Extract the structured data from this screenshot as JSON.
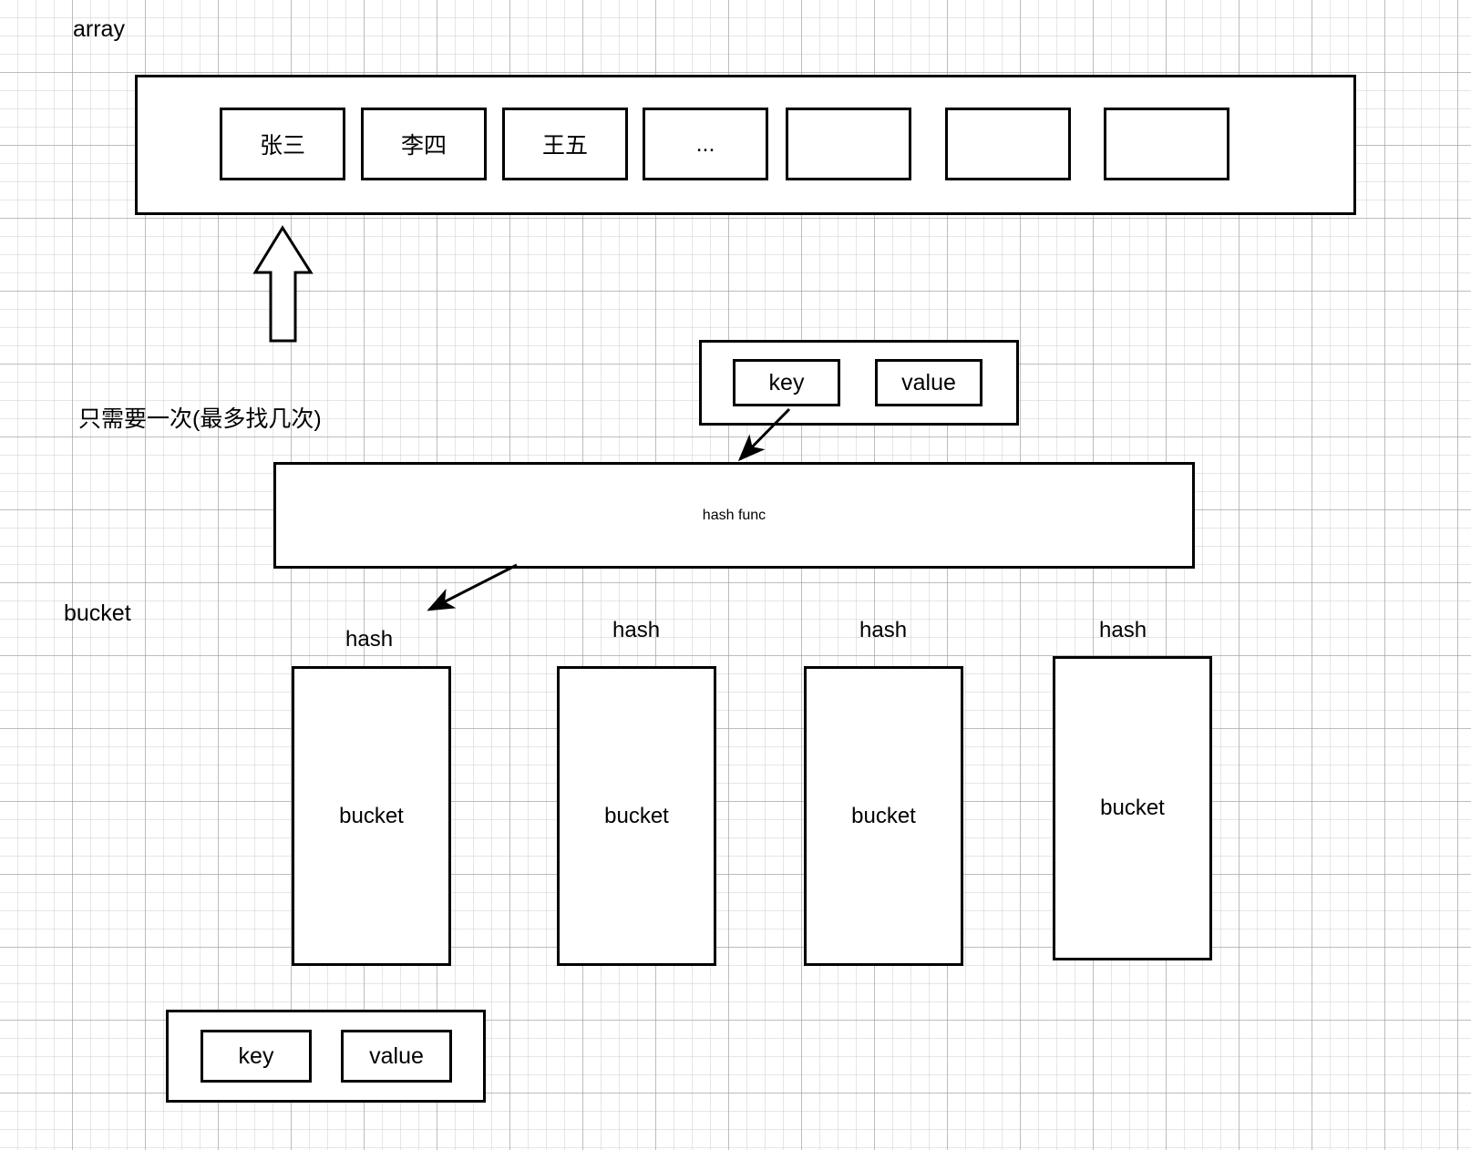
{
  "diagram": {
    "title_labels": {
      "array": "array",
      "bucket": "bucket",
      "note": "只需要一次(最多找几次)"
    },
    "array_section": {
      "cells": [
        {
          "text": "张三"
        },
        {
          "text": "李四"
        },
        {
          "text": "王五"
        },
        {
          "text": "..."
        },
        {
          "text": ""
        },
        {
          "text": ""
        },
        {
          "text": ""
        }
      ]
    },
    "kv_top": {
      "key_label": "key",
      "value_label": "value"
    },
    "hash_func": {
      "label": "hash func"
    },
    "buckets": [
      {
        "hash_label": "hash",
        "bucket_label": "bucket"
      },
      {
        "hash_label": "hash",
        "bucket_label": "bucket"
      },
      {
        "hash_label": "hash",
        "bucket_label": "bucket"
      },
      {
        "hash_label": "hash",
        "bucket_label": "bucket"
      }
    ],
    "kv_bottom": {
      "key_label": "key",
      "value_label": "value"
    },
    "colors": {
      "stroke": "#000000",
      "fill": "#ffffff",
      "grid_minor": "#c8c8cd",
      "grid_major": "#9b9ba0"
    }
  }
}
